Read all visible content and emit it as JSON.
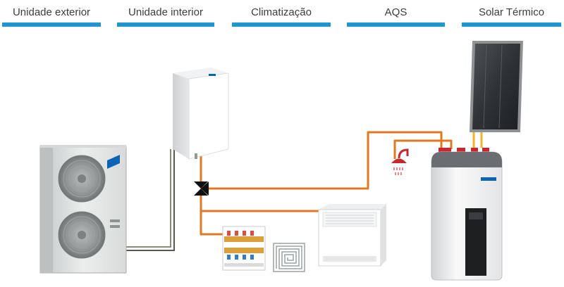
{
  "headers": [
    {
      "label": "Unidade exterior"
    },
    {
      "label": "Unidade interior"
    },
    {
      "label": "Climatização"
    },
    {
      "label": "AQS"
    },
    {
      "label": "Solar Térmico"
    }
  ],
  "colors": {
    "header_bar": "#1e96d2",
    "pipe_water": "#e07820",
    "pipe_solar": "#f0b428",
    "pipe_refrigerant": "#5a5a4a",
    "pipe_cold": "#b2b2b2",
    "pipe_red": "#c8282d",
    "brand_blue": "#0a64b4"
  }
}
